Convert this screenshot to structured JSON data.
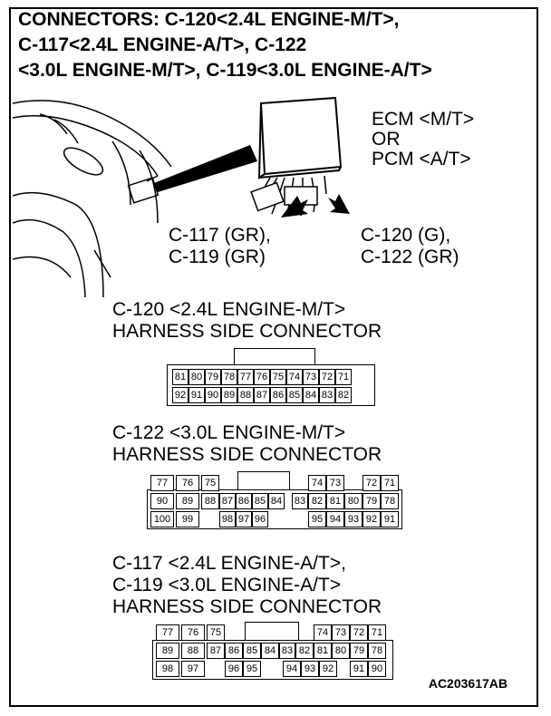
{
  "title_lines": [
    "CONNECTORS: C-120<2.4L ENGINE-M/T>,",
    "C-117<2.4L ENGINE-A/T>, C-122",
    "<3.0L ENGINE-M/T>, C-119<3.0L ENGINE-A/T>"
  ],
  "ecm_label": [
    "ECM <M/T>",
    "OR",
    "PCM <A/T>"
  ],
  "left_connector_label": [
    "C-117 (GR),",
    "C-119 (GR)"
  ],
  "right_connector_label": [
    "C-120 (G),",
    "C-122 (GR)"
  ],
  "sections": [
    {
      "title_lines": [
        "C-120 <2.4L ENGINE-M/T>",
        "HARNESS SIDE CONNECTOR"
      ],
      "rows": [
        [
          "81",
          "80",
          "79",
          "78",
          "77",
          "76",
          "75",
          "74",
          "73",
          "72",
          "71"
        ],
        [
          "92",
          "91",
          "90",
          "89",
          "88",
          "87",
          "86",
          "85",
          "84",
          "83",
          "82"
        ]
      ]
    },
    {
      "title_lines": [
        "C-122 <3.0L ENGINE-M/T>",
        "HARNESS SIDE CONNECTOR"
      ],
      "rows": [
        [
          "77",
          "76",
          "75",
          "74",
          "73",
          "72",
          "71"
        ],
        [
          "90",
          "89",
          "88",
          "87",
          "86",
          "85",
          "84",
          "83",
          "82",
          "81",
          "80",
          "79",
          "78"
        ],
        [
          "100",
          "99",
          "98",
          "97",
          "96",
          "95",
          "94",
          "93",
          "92",
          "91"
        ]
      ]
    },
    {
      "title_lines": [
        "C-117 <2.4L ENGINE-A/T>,",
        "C-119 <3.0L ENGINE-A/T>",
        "HARNESS SIDE CONNECTOR"
      ],
      "rows": [
        [
          "77",
          "76",
          "75",
          "74",
          "73",
          "72",
          "71"
        ],
        [
          "89",
          "88",
          "87",
          "86",
          "85",
          "84",
          "83",
          "82",
          "81",
          "80",
          "79",
          "78"
        ],
        [
          "98",
          "97",
          "96",
          "95",
          "94",
          "93",
          "92",
          "91",
          "90"
        ]
      ]
    }
  ],
  "figure_code": "AC203617AB"
}
